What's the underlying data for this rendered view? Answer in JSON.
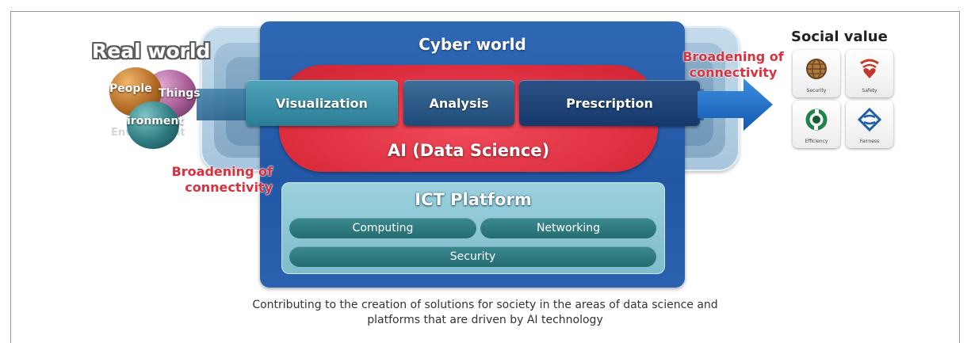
{
  "real_world": {
    "title": "Real world",
    "balls": {
      "people": "People",
      "things": "Things",
      "environment": "ironment",
      "environment_reflection": "Environment"
    }
  },
  "cyber_world": {
    "title": "Cyber world",
    "stages": [
      "Visualization",
      "Analysis",
      "Prescription"
    ],
    "ai_label": "AI (Data Science)"
  },
  "connectivity": {
    "left_line1": "Broadening of",
    "left_line2": "connectivity",
    "right_line1": "Broadening of",
    "right_line2": "connectivity"
  },
  "ict_platform": {
    "title": "ICT Platform",
    "items": [
      "Computing",
      "Networking",
      "Security"
    ]
  },
  "social_value": {
    "title": "Social value",
    "tiles": [
      {
        "label": "Security",
        "icon": "globe-icon",
        "color": "#8a5a2b"
      },
      {
        "label": "Safety",
        "icon": "shield-heart-icon",
        "color": "#c0392b"
      },
      {
        "label": "Efficiency",
        "icon": "cycle-icon",
        "color": "#1e8449"
      },
      {
        "label": "Fairness",
        "icon": "balance-icon",
        "color": "#1f5fa8"
      }
    ]
  },
  "caption": {
    "line1": "Contributing to the creation of solutions for society in the areas of data science and",
    "line2": "platforms that are driven by AI technology"
  },
  "colors": {
    "accent_red": "#d9323f",
    "cyber_blue": "#2257a5",
    "ai_red": "#dc2d3d"
  }
}
